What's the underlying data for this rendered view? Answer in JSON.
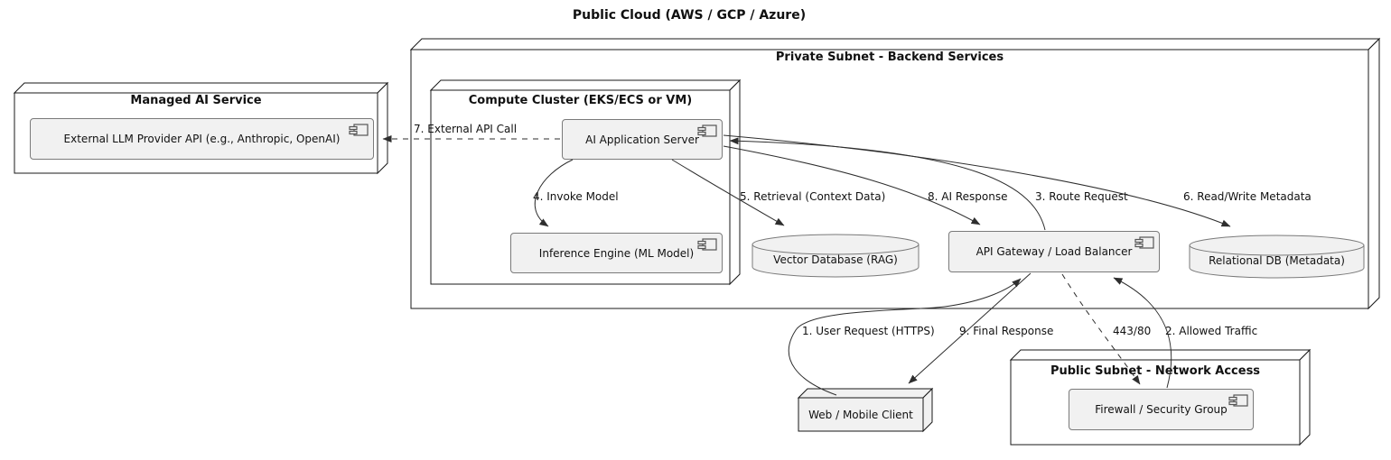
{
  "diagram": {
    "title": "Public Cloud (AWS / GCP / Azure)"
  },
  "nodes": {
    "private_subnet": {
      "title": "Private Subnet - Backend Services"
    },
    "managed_ai": {
      "title": "Managed AI Service"
    },
    "compute_cluster": {
      "title": "Compute Cluster (EKS/ECS or VM)"
    },
    "public_subnet": {
      "title": "Public Subnet - Network Access"
    },
    "web_client": {
      "title": "Web / Mobile Client"
    }
  },
  "components": {
    "llm_api": {
      "label": "External LLM Provider API (e.g., Anthropic, OpenAI)"
    },
    "app_server": {
      "label": "AI Application Server"
    },
    "inference_engine": {
      "label": "Inference Engine (ML Model)"
    },
    "api_gateway": {
      "label": "API Gateway / Load Balancer"
    },
    "firewall": {
      "label": "Firewall / Security Group"
    }
  },
  "databases": {
    "vector_db": {
      "label": "Vector Database (RAG)"
    },
    "relational_db": {
      "label": "Relational DB (Metadata)"
    }
  },
  "edges": {
    "user_request": {
      "label": "1. User Request (HTTPS)"
    },
    "allowed_traffic": {
      "label": "2. Allowed Traffic"
    },
    "route_request": {
      "label": "3. Route Request"
    },
    "invoke_model": {
      "label": "4. Invoke Model"
    },
    "retrieval": {
      "label": "5. Retrieval (Context Data)"
    },
    "read_write_metadata": {
      "label": "6. Read/Write Metadata"
    },
    "external_api_call": {
      "label": "7. External API Call"
    },
    "ai_response": {
      "label": "8. AI Response"
    },
    "final_response": {
      "label": "9. Final Response"
    },
    "port_label": {
      "label": "443/80"
    }
  },
  "colors": {
    "node_border": "#181818",
    "component_border": "#7a7a7a",
    "component_fill": "#f1f1f1",
    "arrow": "#2e2e2e",
    "background": "#ffffff"
  }
}
